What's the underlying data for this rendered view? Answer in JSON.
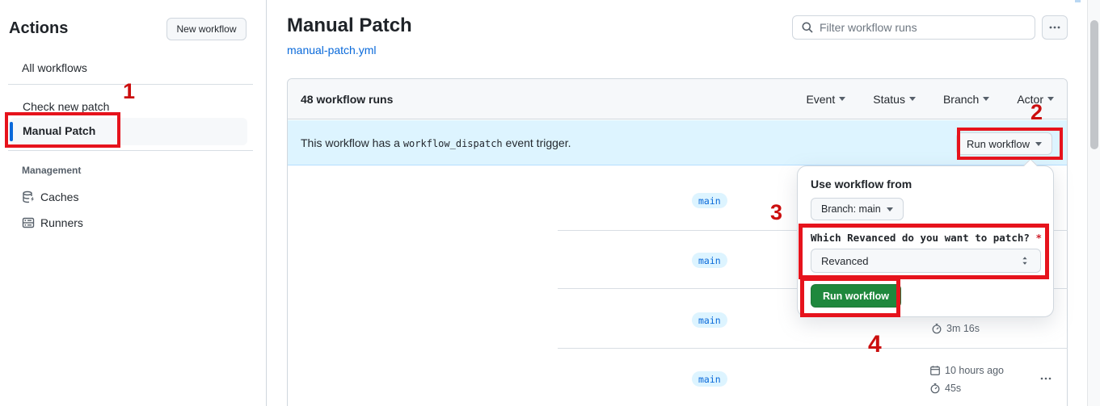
{
  "annotations": {
    "step1": "1",
    "step2": "2",
    "step3": "3",
    "step4": "4"
  },
  "sidebar": {
    "title": "Actions",
    "new_workflow_button": "New workflow",
    "items": [
      {
        "label": "All workflows"
      },
      {
        "label": "Check new patch"
      },
      {
        "label": "Manual Patch",
        "active": true
      }
    ],
    "management": {
      "label": "Management",
      "items": [
        {
          "label": "Caches",
          "icon": "cache-database-icon"
        },
        {
          "label": "Runners",
          "icon": "runners-server-icon"
        }
      ]
    }
  },
  "header": {
    "title": "Manual Patch",
    "workflow_file": "manual-patch.yml",
    "search_placeholder": "Filter workflow runs"
  },
  "runs_table": {
    "count_label": "48 workflow runs",
    "filters": [
      {
        "label": "Event"
      },
      {
        "label": "Status"
      },
      {
        "label": "Branch"
      },
      {
        "label": "Actor"
      }
    ],
    "banner": {
      "text_prefix": "This workflow has a",
      "code": "workflow_dispatch",
      "text_suffix": "event trigger.",
      "run_workflow_button": "Run workflow"
    },
    "rows": [
      {
        "branch": "main"
      },
      {
        "branch": "main"
      },
      {
        "branch": "main",
        "duration": "3m 16s"
      },
      {
        "branch": "main",
        "started": "10 hours ago",
        "duration": "45s"
      }
    ]
  },
  "run_popup": {
    "heading": "Use workflow from",
    "branch_button": "Branch: main",
    "input_label": "Which Revanced do you want to patch?",
    "required_marker": "*",
    "select_value": "Revanced",
    "run_button": "Run workflow"
  },
  "colors": {
    "accent_blue": "#0969da",
    "banner_bg": "#ddf4ff",
    "badge_bg": "#ddf4ff",
    "green_button": "#1f883d",
    "annotation_red": "#e6131c",
    "muted_text": "#57606a",
    "border": "#d0d7de"
  }
}
